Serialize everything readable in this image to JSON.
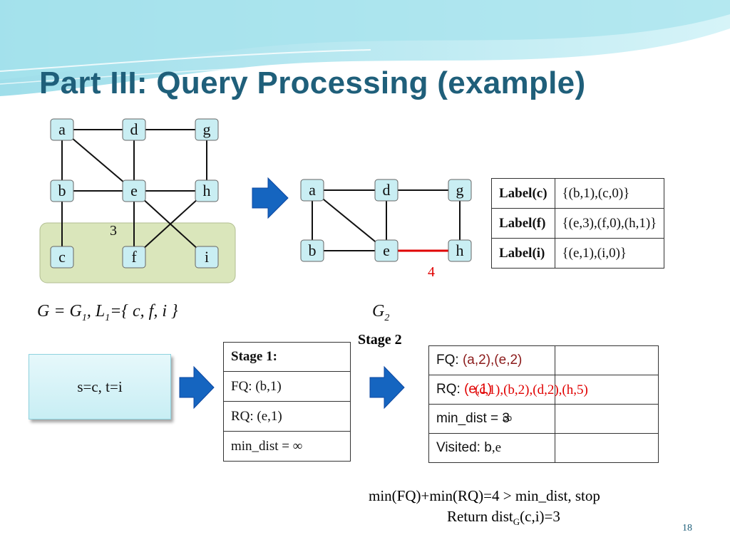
{
  "slide": {
    "title": "Part III: Query Processing (example)",
    "page_number": "18"
  },
  "graph_g1": {
    "nodes": [
      "a",
      "d",
      "g",
      "b",
      "e",
      "h",
      "c",
      "f",
      "i"
    ],
    "edges": [
      [
        "a",
        "d"
      ],
      [
        "d",
        "g"
      ],
      [
        "a",
        "e"
      ],
      [
        "d",
        "e"
      ],
      [
        "g",
        "h"
      ],
      [
        "a",
        "b"
      ],
      [
        "b",
        "e"
      ],
      [
        "e",
        "h"
      ],
      [
        "b",
        "c"
      ],
      [
        "e",
        "f"
      ],
      [
        "e",
        "i"
      ],
      [
        "h",
        "f"
      ]
    ],
    "edge_weight_label": "3",
    "highlight_label_set": [
      "c",
      "f",
      "i"
    ],
    "caption": {
      "g": "G",
      "eq1": " = G",
      "sub1": "1",
      "comma": ", L",
      "sub2": "1",
      "set": "={ c, f, i }"
    }
  },
  "graph_g2": {
    "nodes": [
      "a",
      "d",
      "g",
      "b",
      "e",
      "h"
    ],
    "edges": [
      [
        "a",
        "d"
      ],
      [
        "d",
        "g"
      ],
      [
        "a",
        "e"
      ],
      [
        "d",
        "e"
      ],
      [
        "g",
        "h"
      ],
      [
        "a",
        "b"
      ],
      [
        "b",
        "e"
      ]
    ],
    "red_edge": [
      "e",
      "h"
    ],
    "red_edge_weight": "4",
    "caption": {
      "g": "G",
      "sub": "2"
    }
  },
  "labels_table": {
    "rows": [
      {
        "key": "Label(c)",
        "value": "{(b,1),(c,0)}"
      },
      {
        "key": "Label(f)",
        "value": "{(e,3),(f,0),(h,1)}"
      },
      {
        "key": "Label(i)",
        "value": "{(e,1),(i,0)}"
      }
    ]
  },
  "query_box": {
    "text": "s=c, t=i"
  },
  "stage1": {
    "header": "Stage 1:",
    "fq": "FQ: (b,1)",
    "rq": "RQ: (e,1)",
    "min_dist": "min_dist = ∞"
  },
  "stage2": {
    "title": "Stage 2",
    "fq_prefix": "FQ: ",
    "fq_red": "(a,2),(e,2)",
    "rq_prefix": "RQ: ",
    "rq_red": "(e,1)",
    "rq_overlay": "(c,1),(b,2),(d,2),(h,5)",
    "min_dist": "min_dist = 3",
    "min_dist_old": "∞",
    "visited": "Visited: b",
    "visited_extra": ",e"
  },
  "footer": {
    "line1": "min(FQ)+min(RQ)=4 > min_dist, stop",
    "line2_prefix": "Return dist",
    "line2_sub": "G",
    "line2_suffix": "(c,i)=3"
  },
  "colors": {
    "title": "#1f5f7a",
    "node_fill": "#c9eef3",
    "edge_red": "#e00000",
    "arrow": "#1565c0"
  }
}
